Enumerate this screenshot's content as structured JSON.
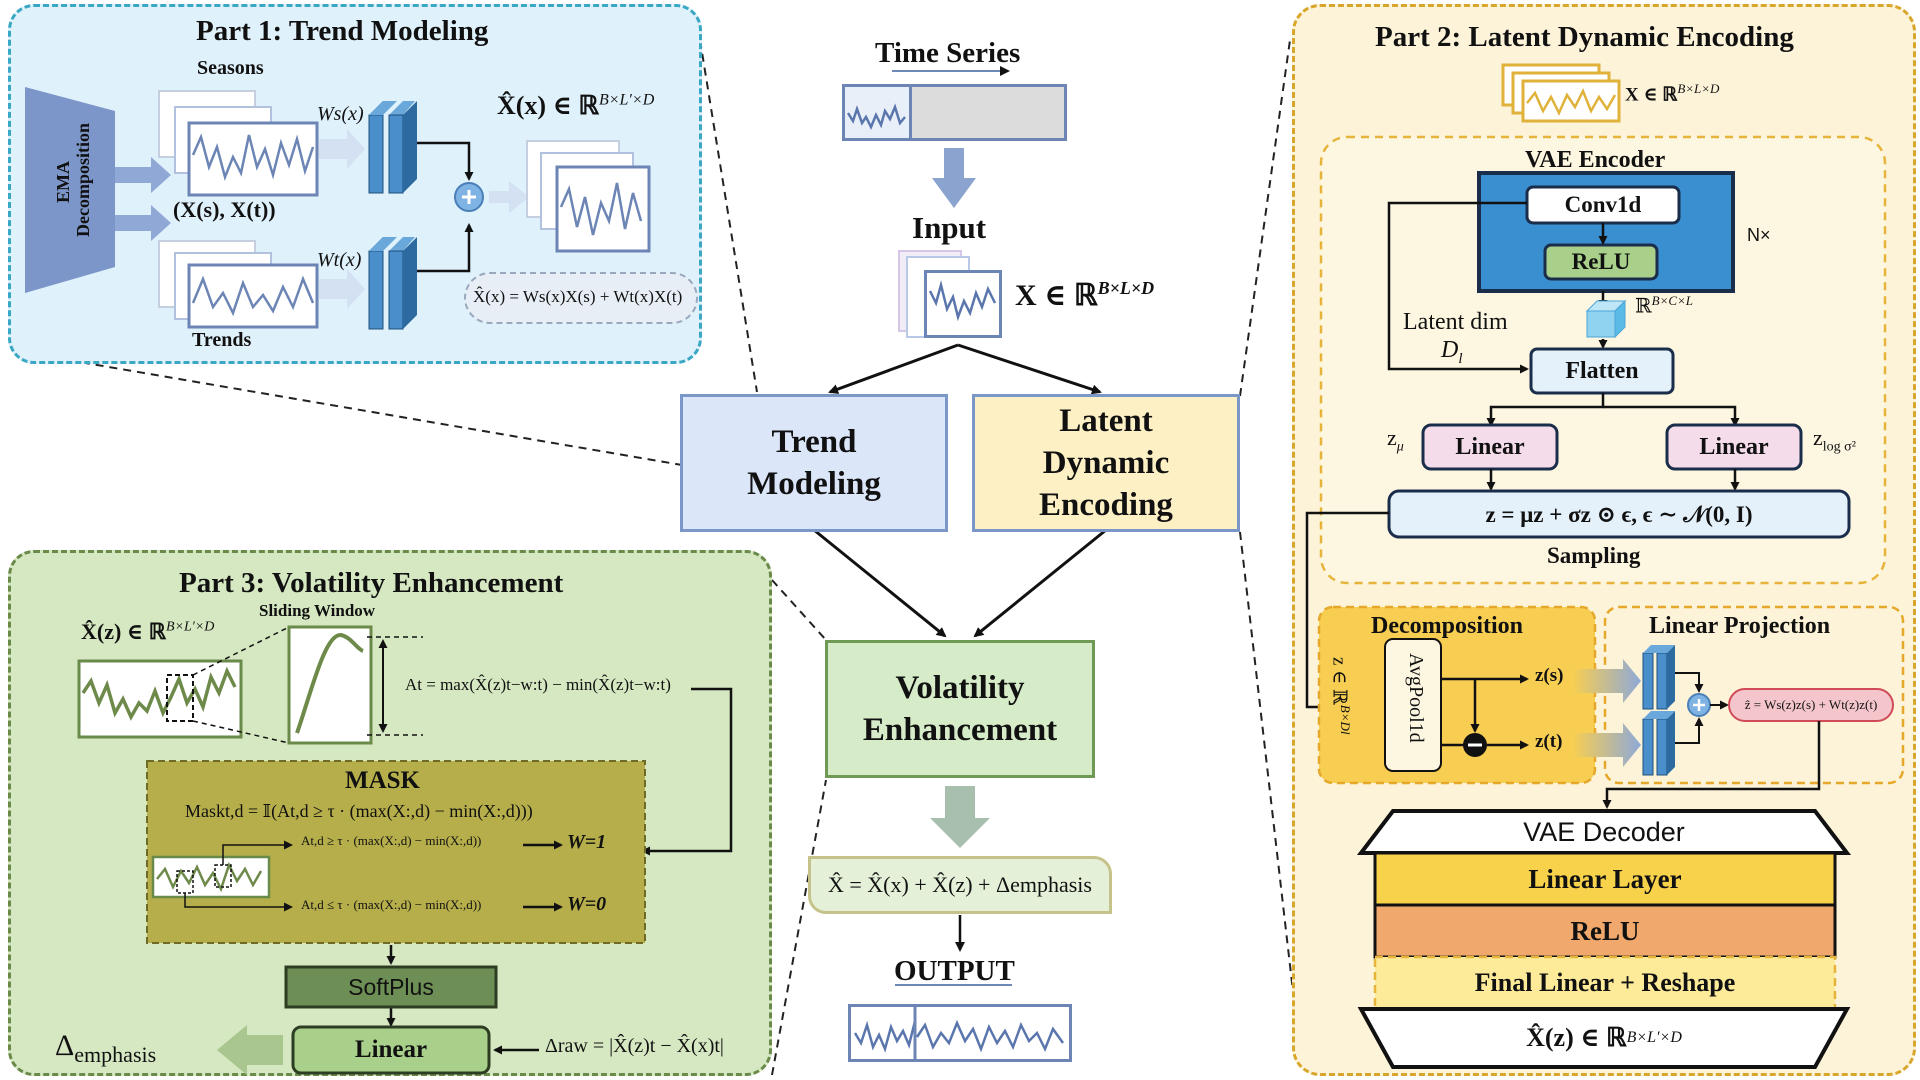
{
  "center": {
    "time_series_label": "Time Series",
    "input_label": "Input",
    "input_formula": "X ∈ ℝ",
    "input_sup": "B×L×D",
    "trend_box": [
      "Trend",
      "Modeling"
    ],
    "latent_box": [
      "Latent",
      "Dynamic",
      "Encoding"
    ],
    "volatility_box": [
      "Volatility",
      "Enhancement"
    ],
    "output_formula": "X̂ = X̂(x) + X̂(z) + Δemphasis",
    "output_label": "OUTPUT"
  },
  "part1": {
    "title": "Part 1: Trend Modeling",
    "ema": [
      "EMA",
      "Decomposition"
    ],
    "seasons": "Seasons",
    "trends": "Trends",
    "pair": "(X(s), X(t))",
    "ws": "Ws(x)",
    "wt": "Wt(x)",
    "xhat": "X̂(x) ∈ ℝ",
    "xhat_sup": "B×L′×D",
    "eq": "X̂(x) = Ws(x)X(s) + Wt(x)X(t)"
  },
  "part2": {
    "title": "Part 2: Latent Dynamic Encoding",
    "x_in": "X ∈ ℝ",
    "x_in_sup": "B×L×D",
    "encoder_title": "VAE Encoder",
    "conv": "Conv1d",
    "relu": "ReLU",
    "nx": "N×",
    "tensor": "ℝ",
    "tensor_sup": "B×C×L",
    "latent_dim": "Latent dim",
    "dl": "D",
    "dl_sub": "l",
    "flatten": "Flatten",
    "z_mu": "z",
    "z_mu_sub": "μ",
    "z_logsig": "z",
    "z_logsig_sub": "log σ²",
    "linear_1": "Linear",
    "linear_2": "Linear",
    "sampling_eq": "z = μz + σz ⊙ ϵ,     ϵ ∼ 𝒩(0, I)",
    "sampling": "Sampling",
    "decomposition": "Decomposition",
    "avgpool": "AvgPool1d",
    "z_vert": "z ∈ ℝ",
    "z_vert_sup": "B×Dl",
    "zs": "z(s)",
    "zt": "z(t)",
    "linear_projection": "Linear Projection",
    "zhat_eq": "ẑ = Ws(z)z(s) + Wt(z)z(t)",
    "decoder_title": "VAE Decoder",
    "linear_layer": "Linear Layer",
    "relu_dec": "ReLU",
    "final_linear": "Final Linear + Reshape",
    "xz": "X̂(z) ∈ ℝ",
    "xz_sup": "B×L′×D"
  },
  "part3": {
    "title": "Part 3: Volatility Enhancement",
    "sliding_window": "Sliding Window",
    "xz": "X̂(z) ∈ ℝ",
    "xz_sup": "B×L′×D",
    "at_eq": "At = max(X̂(z)t−w:t) − min(X̂(z)t−w:t)",
    "mask_title": "MASK",
    "mask_eq": "Maskt,d = 𝕀(At,d ≥ τ · (max(X:,d) − min(X:,d)))",
    "cond_ge": "At,d ≥ τ · (max(X:,d) − min(X:,d))",
    "cond_le": "At,d ≤ τ · (max(X:,d) − min(X:,d))",
    "w1": "W=1",
    "w0": "W=0",
    "softplus": "SoftPlus",
    "linear": "Linear",
    "delta_emph": "Δ",
    "delta_emph_sub": "emphasis",
    "delta_raw": "Δraw = |X̂(z)t − X̂(x)t|"
  },
  "colors": {
    "part1_bg": "#dff1fb",
    "part1_border": "#3aa7c4",
    "part2_bg": "#fdf3d8",
    "part2_border": "#d8a62a",
    "part3_bg": "#d6e8c2",
    "part3_border": "#6a8a4a",
    "trend_box": "#dbe6f8",
    "latent_box": "#fdf0c4",
    "vol_box": "#d6ebc8",
    "conv_blue": "#3a8fd1",
    "mask_olive": "#b5ae4a",
    "dec_yellow": "#f7d24a",
    "dec_orange": "#f1a86c",
    "linear_pink": "#f5dcea"
  }
}
